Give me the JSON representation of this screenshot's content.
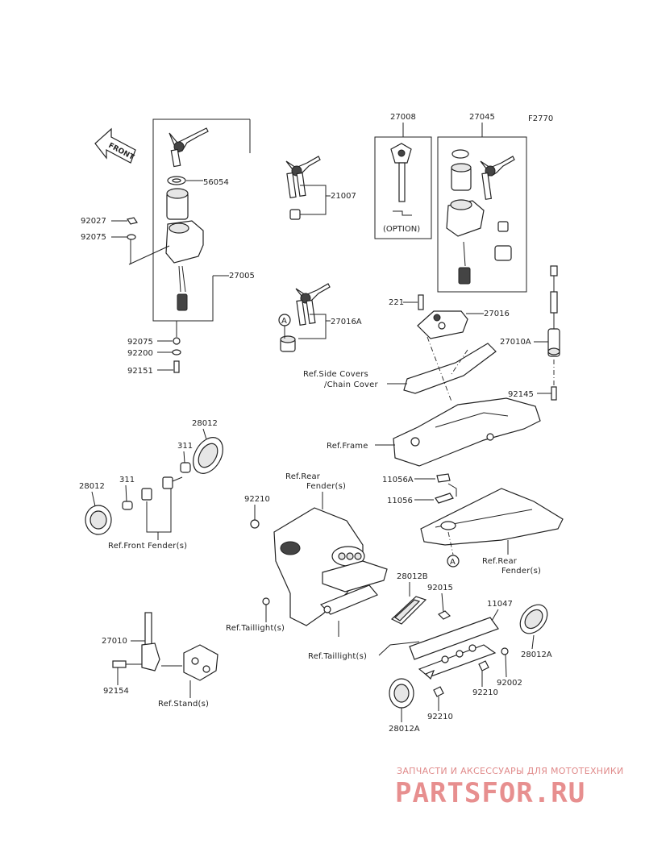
{
  "figure_code": "F2770",
  "front_arrow": "FRONT",
  "labels": {
    "l56054": "56054",
    "l92027": "92027",
    "l92075a": "92075",
    "l27005": "27005",
    "l92075b": "92075",
    "l92200": "92200",
    "l92151": "92151",
    "l21007": "21007",
    "l27016A": "27016A",
    "lA1": "A",
    "l27008": "27008",
    "l_option": "(OPTION)",
    "l27045": "27045",
    "l221": "221",
    "l27016": "27016",
    "l27010A": "27010A",
    "l92145": "92145",
    "ref_side1": "Ref.Side Covers",
    "ref_side2": "/Chain Cover",
    "ref_frame": "Ref.Frame",
    "l28012_top": "28012",
    "l311_top": "311",
    "l311_mid": "311",
    "l28012_left": "28012",
    "ref_front_fender": "Ref.Front Fender(s)",
    "ref_rear_fender_top1": "Ref.Rear",
    "ref_rear_fender_top2": "Fender(s)",
    "l92210_top": "92210",
    "l11056A": "11056A",
    "l11056": "11056",
    "lA2": "A",
    "ref_rear_fender_r1": "Ref.Rear",
    "ref_rear_fender_r2": "Fender(s)",
    "l28012B": "28012B",
    "l92015": "92015",
    "l11047": "11047",
    "ref_taillight1": "Ref.Taillight(s)",
    "ref_taillight2": "Ref.Taillight(s)",
    "l28012A_r": "28012A",
    "l92002": "92002",
    "l92210_mid": "92210",
    "l92210_bot": "92210",
    "l28012A_b": "28012A",
    "l27010": "27010",
    "l92154": "92154",
    "ref_stand": "Ref.Stand(s)"
  },
  "watermark": {
    "tagline": "ЗАПЧАСТИ И АКСЕССУАРЫ ДЛЯ МОТОТЕХНИКИ",
    "brand": "PARTSFOR.RU"
  }
}
